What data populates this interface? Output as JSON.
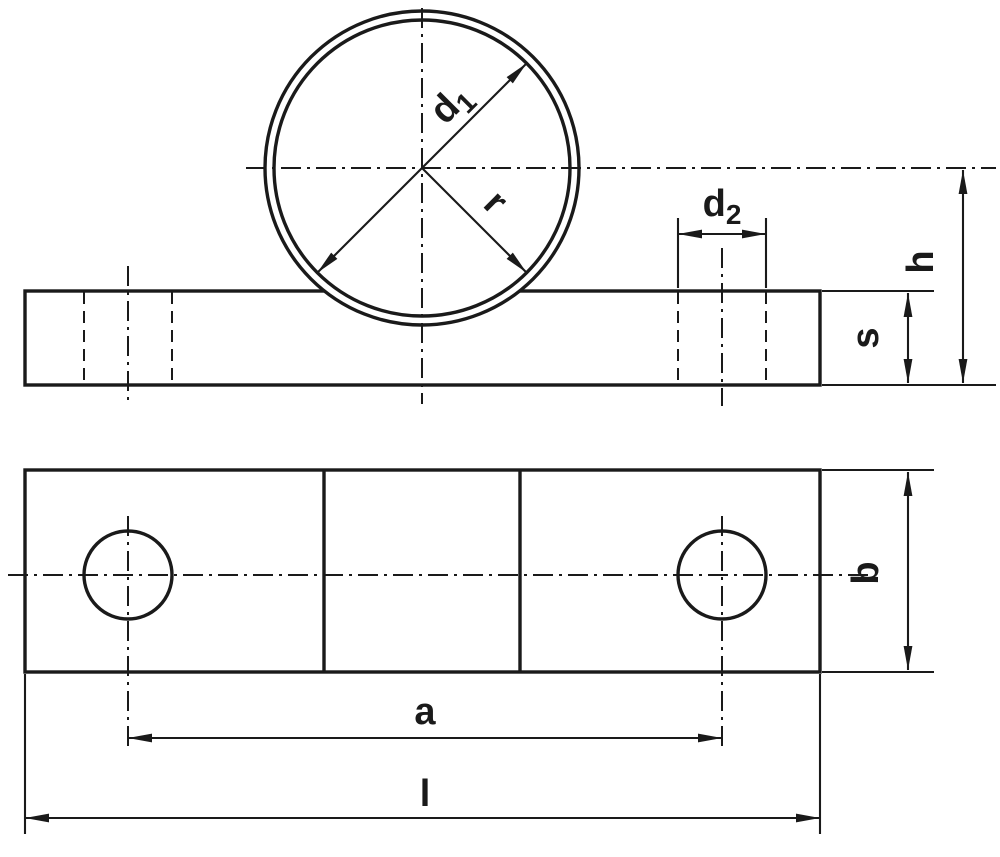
{
  "labels": {
    "d1": {
      "main": "d",
      "sub": "1"
    },
    "d2": {
      "main": "d",
      "sub": "2"
    },
    "r": "r",
    "h": "h",
    "s": "s",
    "b": "b",
    "a": "a",
    "l": "l"
  },
  "colors": {
    "line": "#1a1a1a",
    "background": "#ffffff"
  }
}
